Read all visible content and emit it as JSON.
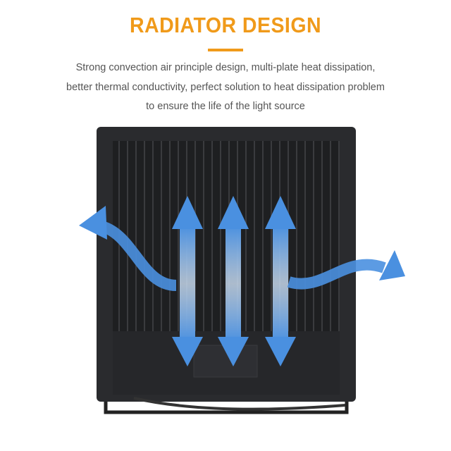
{
  "heading": {
    "title": "RADIATOR DESIGN",
    "accent_color": "#f09a1a"
  },
  "description": [
    "Strong convection air principle design, multi-plate heat dissipation,",
    "better thermal conductivity, perfect solution to heat dissipation problem",
    "to ensure the life of the light source"
  ],
  "illustration": {
    "subject": "floodlight-radiator-back",
    "arrow_color": "#4a90d9"
  }
}
